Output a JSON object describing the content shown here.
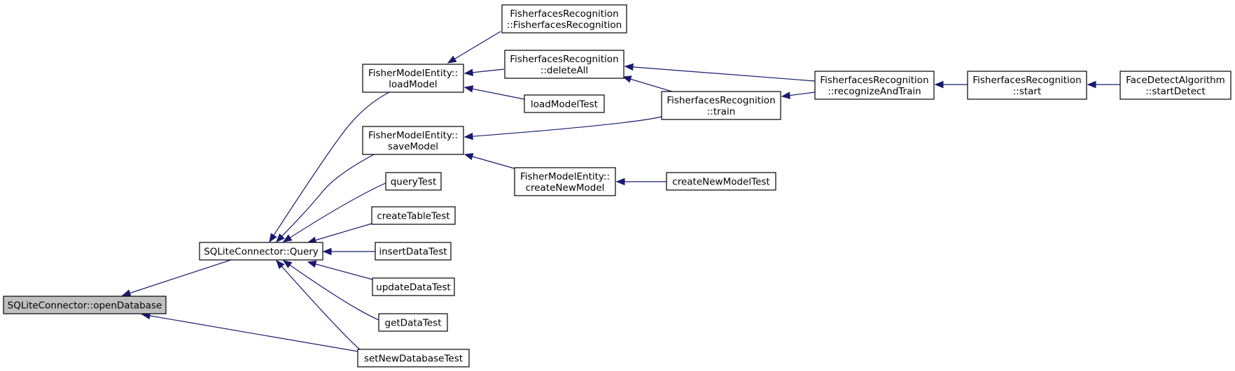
{
  "colors": {
    "edge": "#191970",
    "node_fill": "#ffffff",
    "root_fill": "#bfbfbf",
    "border": "#000000"
  },
  "nodes": {
    "open_database": {
      "lines": [
        "SQLiteConnector::openDatabase"
      ],
      "root": true
    },
    "query": {
      "lines": [
        "SQLiteConnector::Query"
      ]
    },
    "load_model": {
      "lines": [
        "FisherModelEntity::",
        "loadModel"
      ]
    },
    "save_model": {
      "lines": [
        "FisherModelEntity::",
        "saveModel"
      ]
    },
    "query_test": {
      "lines": [
        "queryTest"
      ]
    },
    "create_table_test": {
      "lines": [
        "createTableTest"
      ]
    },
    "insert_data_test": {
      "lines": [
        "insertDataTest"
      ]
    },
    "update_data_test": {
      "lines": [
        "updateDataTest"
      ]
    },
    "get_data_test": {
      "lines": [
        "getDataTest"
      ]
    },
    "set_new_database_test": {
      "lines": [
        "setNewDatabaseTest"
      ]
    },
    "fisherfaces_ctor": {
      "lines": [
        "FisherfacesRecognition",
        "::FisherfacesRecognition"
      ]
    },
    "delete_all": {
      "lines": [
        "FisherfacesRecognition",
        "::deleteAll"
      ]
    },
    "load_model_test": {
      "lines": [
        "loadModelTest"
      ]
    },
    "create_new_model": {
      "lines": [
        "FisherModelEntity::",
        "createNewModel"
      ]
    },
    "train": {
      "lines": [
        "FisherfacesRecognition",
        "::train"
      ]
    },
    "recognize_and_train": {
      "lines": [
        "FisherfacesRecognition",
        "::recognizeAndTrain"
      ]
    },
    "start": {
      "lines": [
        "FisherfacesRecognition",
        "::start"
      ]
    },
    "start_detect": {
      "lines": [
        "FaceDetectAlgorithm",
        "::startDetect"
      ]
    },
    "create_new_model_test": {
      "lines": [
        "createNewModelTest"
      ]
    }
  },
  "edges": [
    {
      "from": "query",
      "to": "open_database"
    },
    {
      "from": "set_new_database_test",
      "to": "open_database"
    },
    {
      "from": "load_model",
      "to": "query"
    },
    {
      "from": "save_model",
      "to": "query"
    },
    {
      "from": "query_test",
      "to": "query"
    },
    {
      "from": "create_table_test",
      "to": "query"
    },
    {
      "from": "insert_data_test",
      "to": "query"
    },
    {
      "from": "update_data_test",
      "to": "query"
    },
    {
      "from": "get_data_test",
      "to": "query"
    },
    {
      "from": "set_new_database_test",
      "to": "query"
    },
    {
      "from": "fisherfaces_ctor",
      "to": "load_model"
    },
    {
      "from": "delete_all",
      "to": "load_model"
    },
    {
      "from": "load_model_test",
      "to": "load_model"
    },
    {
      "from": "train",
      "to": "save_model"
    },
    {
      "from": "create_new_model",
      "to": "save_model"
    },
    {
      "from": "recognize_and_train",
      "to": "delete_all"
    },
    {
      "from": "train",
      "to": "delete_all"
    },
    {
      "from": "recognize_and_train",
      "to": "train"
    },
    {
      "from": "start",
      "to": "recognize_and_train"
    },
    {
      "from": "start_detect",
      "to": "start"
    },
    {
      "from": "create_new_model_test",
      "to": "create_new_model"
    }
  ]
}
